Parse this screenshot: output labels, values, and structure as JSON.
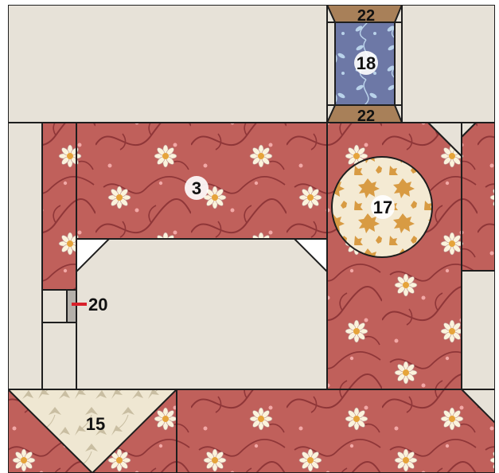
{
  "diagram": {
    "colors": {
      "background_fabric": "#e7e2d8",
      "rose_fabric": "#c0605b",
      "rose_vine": "#8f3638",
      "rose_dot": "#f2a8a6",
      "daisy_petal": "#fbf3dc",
      "daisy_center": "#e6a43a",
      "navy_fabric": "#6d78a6",
      "navy_vine": "#b9d2ea",
      "tan_fabric": "#a88059",
      "cream_print": "#efe7d2",
      "cream_leaf": "#c9bea2",
      "circle_base": "#f4ead3",
      "circle_leaf": "#d89b43",
      "gray_chip": "#b4b0aa",
      "marker_red": "#d8202a",
      "outline": "#1e1e1e"
    },
    "labels": {
      "piece_3": "3",
      "piece_15": "15",
      "piece_17": "17",
      "piece_18": "18",
      "piece_20": "20",
      "piece_22_top": "22",
      "piece_22_bottom": "22"
    }
  }
}
